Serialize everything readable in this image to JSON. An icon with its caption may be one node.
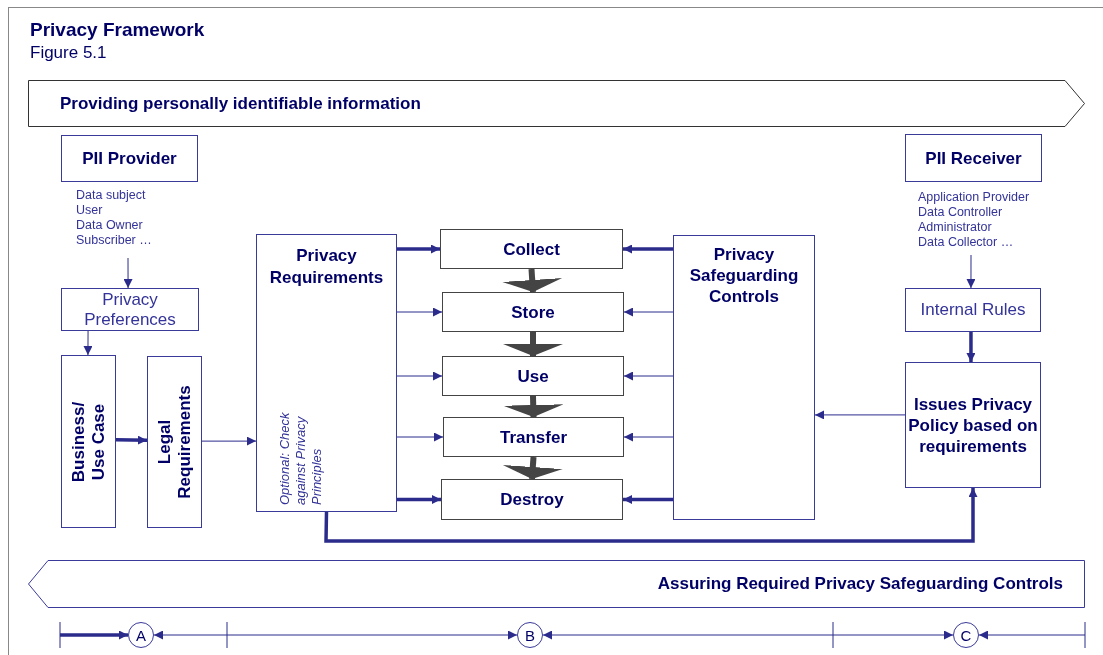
{
  "diagram": {
    "title": "Privacy Framework",
    "nodes": [
      {
        "text": [
          "Providing personally identifiable information"
        ]
      },
      {
        "text": [
          "PII Provider"
        ],
        "beside": [
          "Data subject",
          "User",
          "Data Owner",
          "Subscriber …"
        ]
      },
      {
        "text": [
          "Privacy Preferences"
        ]
      },
      {
        "text": [
          "Business/ Use Case"
        ]
      },
      {
        "text": [
          "Legal Requirements"
        ]
      },
      {
        "text": [
          "Privacy Requirements",
          "Optional: Check against Privacy Principles"
        ]
      },
      {
        "text": [
          "Collect"
        ]
      },
      {
        "text": [
          "Store"
        ]
      },
      {
        "text": [
          "Use"
        ]
      },
      {
        "text": [
          "Transfer"
        ]
      },
      {
        "text": [
          "Destroy"
        ]
      },
      {
        "text": [
          "Privacy Safeguarding Controls"
        ]
      },
      {
        "text": [
          "PII Receiver"
        ],
        "beside": [
          "Application Provider",
          "Data Controller",
          "Administrator",
          "Data Collector …"
        ]
      },
      {
        "text": [
          "Internal Rules"
        ]
      },
      {
        "text": [
          "Issues Privacy Policy based on requirements"
        ]
      },
      {
        "text": [
          "Assuring Required Privacy Safeguarding Controls"
        ]
      },
      {
        "text": [
          "A"
        ]
      },
      {
        "text": [
          "B"
        ]
      },
      {
        "text": [
          "C"
        ]
      }
    ],
    "edges": [
      {
        "from": 1,
        "to": 2,
        "arrow": "to"
      },
      {
        "from": 2,
        "to": 3,
        "arrow": "to"
      },
      {
        "from": 3,
        "to": 4,
        "arrow": "to",
        "style": "thick"
      },
      {
        "from": 4,
        "to": 5,
        "arrow": "to"
      },
      {
        "from": 5,
        "to": 6,
        "arrow": "to",
        "style": "thick"
      },
      {
        "from": 5,
        "to": 7,
        "arrow": "to"
      },
      {
        "from": 5,
        "to": 8,
        "arrow": "to"
      },
      {
        "from": 5,
        "to": 9,
        "arrow": "to"
      },
      {
        "from": 5,
        "to": 10,
        "arrow": "to",
        "style": "thick"
      },
      {
        "from": 11,
        "to": 6,
        "arrow": "to",
        "style": "thick"
      },
      {
        "from": 11,
        "to": 7,
        "arrow": "to"
      },
      {
        "from": 11,
        "to": 8,
        "arrow": "to"
      },
      {
        "from": 11,
        "to": 9,
        "arrow": "to"
      },
      {
        "from": 11,
        "to": 10,
        "arrow": "to",
        "style": "thick"
      },
      {
        "from": 6,
        "to": 7,
        "arrow": "to",
        "style": "thick",
        "color": "#444444"
      },
      {
        "from": 7,
        "to": 8,
        "arrow": "to",
        "style": "thick",
        "color": "#444444"
      },
      {
        "from": 8,
        "to": 9,
        "arrow": "to",
        "style": "thick",
        "color": "#444444"
      },
      {
        "from": 9,
        "to": 10,
        "arrow": "to",
        "style": "thick",
        "color": "#444444"
      },
      {
        "from": 12,
        "to": 13,
        "arrow": "to"
      },
      {
        "from": 13,
        "to": 14,
        "arrow": "to",
        "style": "thick"
      },
      {
        "from": 14,
        "to": 11,
        "arrow": "to"
      },
      {
        "from": 5,
        "to": 14,
        "arrow": "to",
        "style": "thick"
      },
      {
        "from": null,
        "to": 16,
        "arrow": "to",
        "style": "thick"
      },
      {
        "from": null,
        "to": 16,
        "arrow": "to"
      },
      {
        "from": null,
        "to": 17,
        "arrow": "to"
      },
      {
        "from": null,
        "to": 17,
        "arrow": "to"
      },
      {
        "from": null,
        "to": 18,
        "arrow": "to"
      },
      {
        "from": null,
        "to": 18,
        "arrow": "to"
      }
    ],
    "labels": [
      "Figure 5.1"
    ]
  }
}
